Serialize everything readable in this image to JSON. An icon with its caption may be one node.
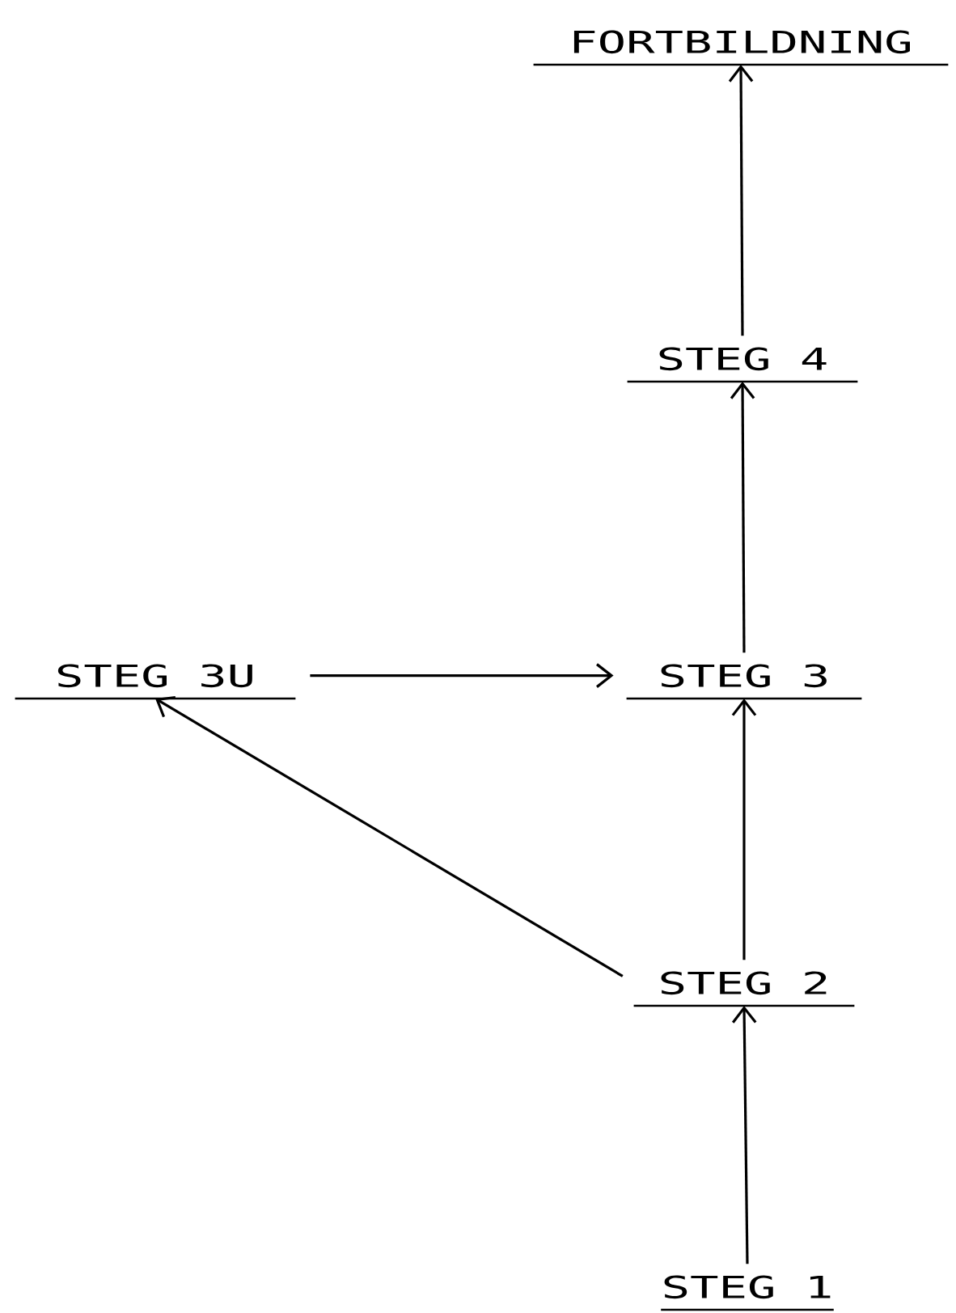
{
  "diagram": {
    "nodes": [
      {
        "text": [
          "FORTBILDNING"
        ]
      },
      {
        "text": [
          "STEG 4"
        ]
      },
      {
        "text": [
          "STEG 3U"
        ]
      },
      {
        "text": [
          "STEG 3"
        ]
      },
      {
        "text": [
          "STEG 2"
        ]
      },
      {
        "text": [
          "STEG 1"
        ]
      }
    ],
    "edges": [
      {
        "from": 5,
        "to": 4,
        "arrow": "to"
      },
      {
        "from": 4,
        "to": 3,
        "arrow": "to"
      },
      {
        "from": 3,
        "to": 1,
        "arrow": "to"
      },
      {
        "from": 1,
        "to": 0,
        "arrow": "to"
      },
      {
        "from": 4,
        "to": 2,
        "arrow": "to"
      },
      {
        "from": 2,
        "to": 3,
        "arrow": "to"
      }
    ]
  }
}
